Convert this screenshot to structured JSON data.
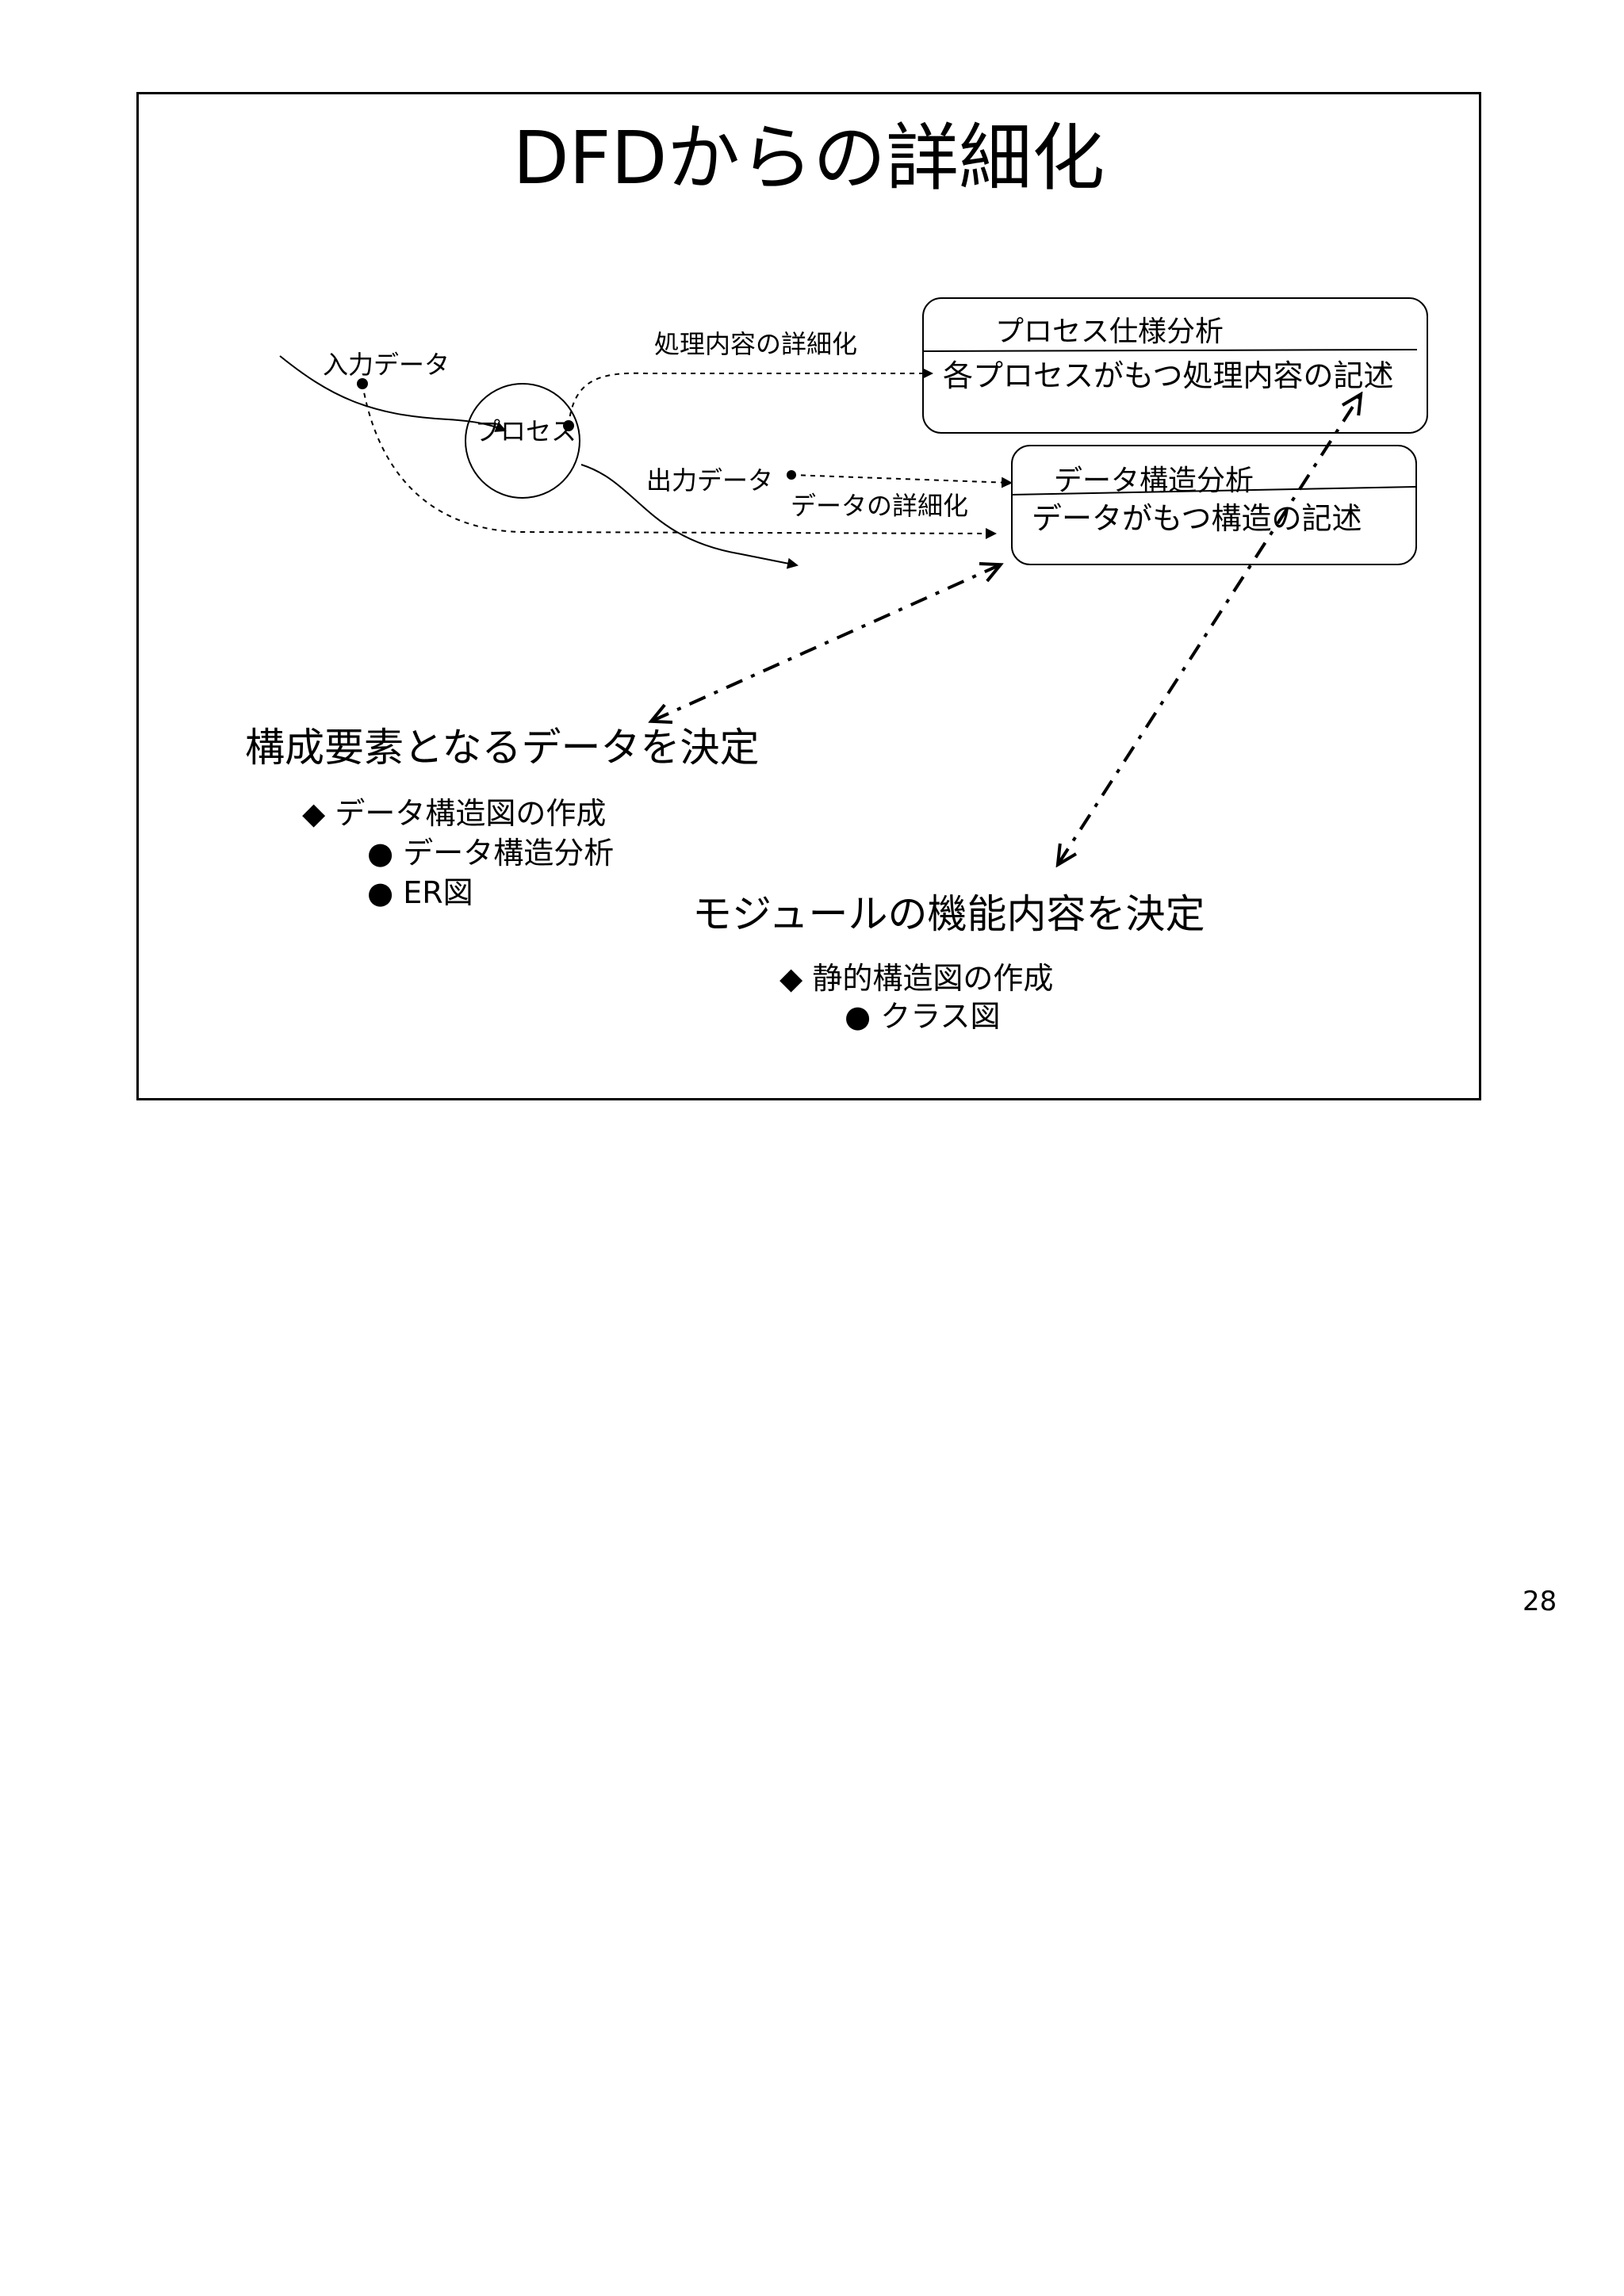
{
  "slide": {
    "title": "DFDからの詳細化",
    "dfd": {
      "input_label": "入力データ",
      "process_label": "プロセス",
      "process_refine_label": "処理内容の詳細化",
      "output_label": "出力データ",
      "data_refine_label": "データの詳細化"
    },
    "process_spec_box": {
      "title": "プロセス仕様分析",
      "description": "各プロセスがもつ処理内容の記述"
    },
    "data_struct_box": {
      "title": "データ構造分析",
      "description": "データがもつ構造の記述"
    },
    "section_data": {
      "heading": "構成要素となるデータを決定",
      "items": [
        {
          "marker": "◆",
          "text": "データ構造図の作成"
        },
        {
          "marker": "●",
          "text": "データ構造分析"
        },
        {
          "marker": "●",
          "text": "ER図"
        }
      ]
    },
    "section_module": {
      "heading": "モジュールの機能内容を決定",
      "items": [
        {
          "marker": "◆",
          "text": "静的構造図の作成"
        },
        {
          "marker": "●",
          "text": "クラス図"
        }
      ]
    }
  },
  "page_number": "28"
}
